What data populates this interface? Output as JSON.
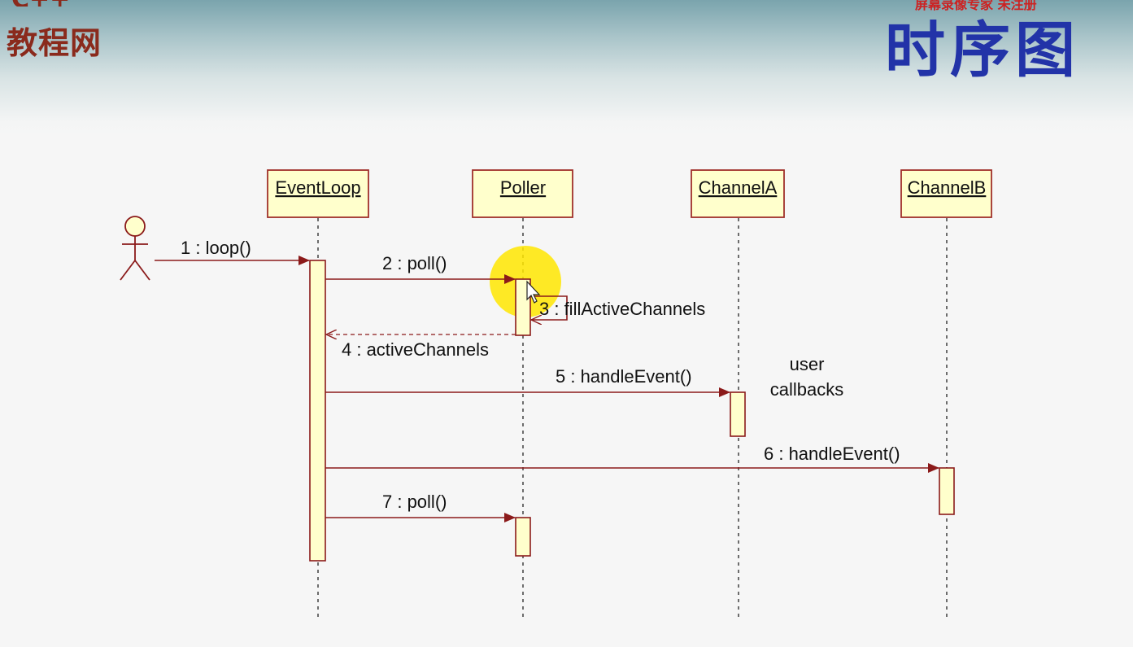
{
  "header": {
    "logo_text": "教程网",
    "logo_fragment": "C++",
    "title": "时序图",
    "title_overlay": "屏幕录像专家 未注册"
  },
  "diagram": {
    "objects": [
      "EventLoop",
      "Poller",
      "ChannelA",
      "ChannelB"
    ],
    "messages": [
      {
        "label": "1 : loop()"
      },
      {
        "label": "2 : poll()"
      },
      {
        "label": "3 : fillActiveChannels"
      },
      {
        "label": "4 : activeChannels"
      },
      {
        "label": "5 : handleEvent()"
      },
      {
        "label": "6 : handleEvent()"
      },
      {
        "label": "7 : poll()"
      }
    ],
    "note_line1": "user",
    "note_line2": "callbacks"
  },
  "colors": {
    "header_text": "#2233a8",
    "logo": "#8a2a1c",
    "object_fill": "#ffffcc",
    "object_border": "#a0302a",
    "arrow": "#8b1a1a",
    "highlight": "#ffe600"
  }
}
